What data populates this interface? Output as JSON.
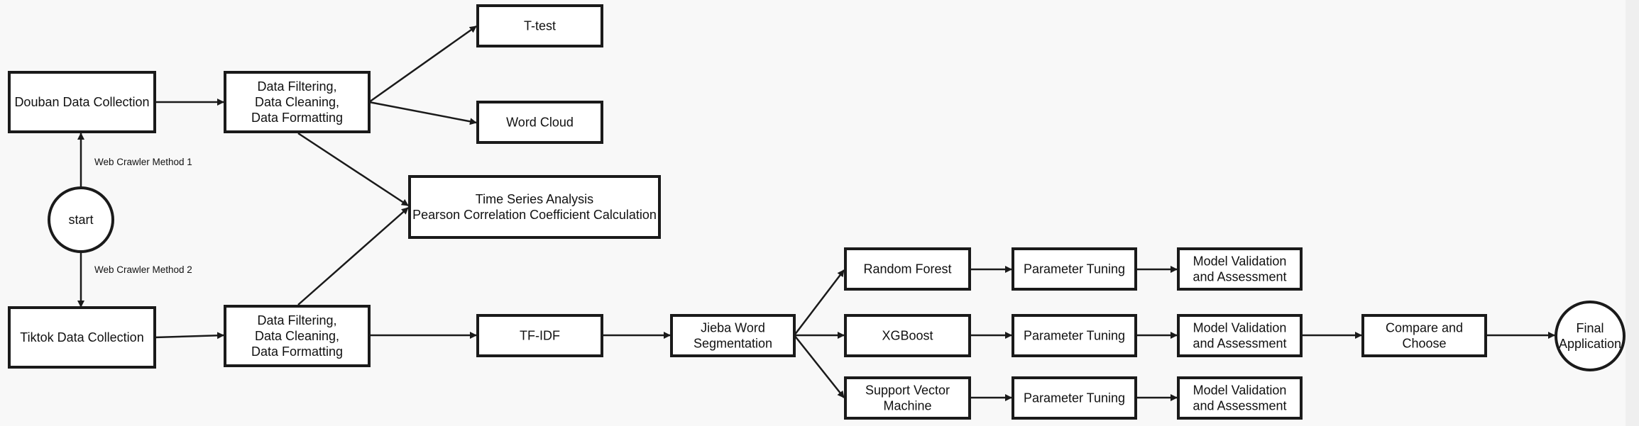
{
  "diagram": {
    "nodes": {
      "douban": {
        "lines": [
          "Douban Data Collection"
        ]
      },
      "filter_douban": {
        "lines": [
          "Data Filtering,",
          "Data Cleaning,",
          "Data Formatting"
        ]
      },
      "ttest": {
        "lines": [
          "T-test"
        ]
      },
      "wordcloud": {
        "lines": [
          "Word Cloud"
        ]
      },
      "timeseries": {
        "lines": [
          "Time Series Analysis",
          "Pearson Correlation Coefficient Calculation"
        ]
      },
      "start": {
        "lines": [
          "start"
        ]
      },
      "tiktok": {
        "lines": [
          "Tiktok Data Collection"
        ]
      },
      "filter_tiktok": {
        "lines": [
          "Data Filtering,",
          "Data Cleaning,",
          "Data Formatting"
        ]
      },
      "tfidf": {
        "lines": [
          "TF-IDF"
        ]
      },
      "jieba": {
        "lines": [
          "Jieba Word",
          "Segmentation"
        ]
      },
      "rf": {
        "lines": [
          "Random Forest"
        ]
      },
      "xgb": {
        "lines": [
          "XGBoost"
        ]
      },
      "svm": {
        "lines": [
          "Support Vector",
          "Machine"
        ]
      },
      "tune1": {
        "lines": [
          "Parameter Tuning"
        ]
      },
      "tune2": {
        "lines": [
          "Parameter Tuning"
        ]
      },
      "tune3": {
        "lines": [
          "Parameter Tuning"
        ]
      },
      "val1": {
        "lines": [
          "Model Validation",
          "and Assessment"
        ]
      },
      "val2": {
        "lines": [
          "Model Validation",
          "and Assessment"
        ]
      },
      "val3": {
        "lines": [
          "Model Validation",
          "and Assessment"
        ]
      },
      "compare": {
        "lines": [
          "Compare and",
          "Choose"
        ]
      },
      "final": {
        "lines": [
          "Final",
          "Application"
        ]
      }
    },
    "edge_labels": {
      "method1": "Web Crawler Method 1",
      "method2": "Web Crawler Method 2"
    },
    "edges": [
      {
        "from": "start",
        "to": "douban",
        "label": "method1"
      },
      {
        "from": "start",
        "to": "tiktok",
        "label": "method2"
      },
      {
        "from": "douban",
        "to": "filter_douban"
      },
      {
        "from": "filter_douban",
        "to": "ttest"
      },
      {
        "from": "filter_douban",
        "to": "wordcloud"
      },
      {
        "from": "filter_douban",
        "to": "timeseries"
      },
      {
        "from": "tiktok",
        "to": "filter_tiktok"
      },
      {
        "from": "filter_tiktok",
        "to": "timeseries"
      },
      {
        "from": "filter_tiktok",
        "to": "tfidf"
      },
      {
        "from": "tfidf",
        "to": "jieba"
      },
      {
        "from": "jieba",
        "to": "rf"
      },
      {
        "from": "jieba",
        "to": "xgb"
      },
      {
        "from": "jieba",
        "to": "svm"
      },
      {
        "from": "rf",
        "to": "tune1"
      },
      {
        "from": "xgb",
        "to": "tune2"
      },
      {
        "from": "svm",
        "to": "tune3"
      },
      {
        "from": "tune1",
        "to": "val1"
      },
      {
        "from": "tune2",
        "to": "val2"
      },
      {
        "from": "tune3",
        "to": "val3"
      },
      {
        "from": "val2",
        "to": "compare"
      },
      {
        "from": "compare",
        "to": "final"
      }
    ]
  }
}
